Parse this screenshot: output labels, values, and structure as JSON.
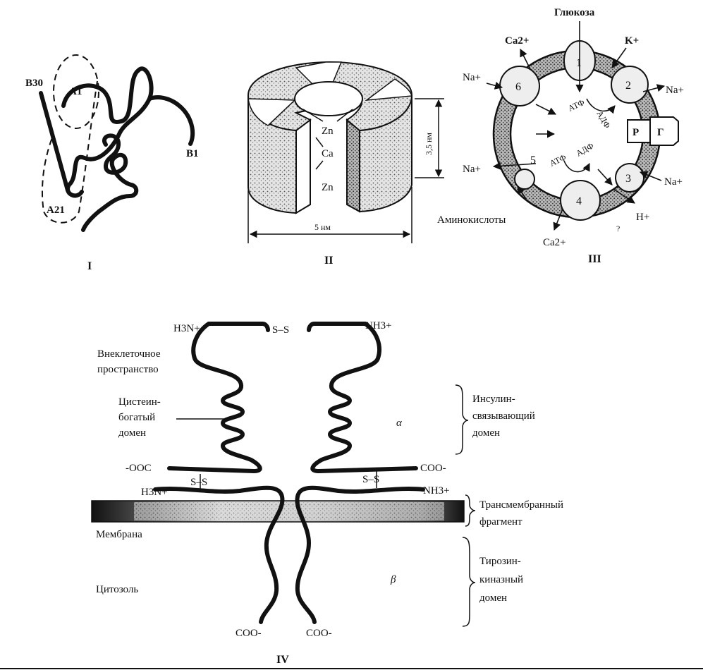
{
  "panel_I": {
    "label_b30": "B30",
    "label_a1": "A1",
    "label_b1": "B1",
    "label_a21": "A21",
    "roman": "I"
  },
  "panel_II": {
    "label_zn_top": "Zn",
    "label_ca": "Ca",
    "label_zn_bottom": "Zn",
    "label_height": "3,5 нм",
    "label_width": "5 нм",
    "roman": "II"
  },
  "panel_III": {
    "label_glucose": "Глюкоза",
    "label_ca_top": "Ca2+",
    "label_k": "K+",
    "label_na_left_top": "Na+",
    "label_na_right_top": "Na+",
    "label_na_left_bottom": "Na+",
    "label_na_right_bottom": "Na+",
    "label_h": "H+",
    "label_ca_bottom": "Ca2+",
    "label_question": "?",
    "label_amino": "Аминокислоты",
    "label_p": "Р",
    "label_g": "Г",
    "label_atf_1": "АТФ",
    "label_adf_1": "АДФ",
    "label_atf_2": "АТФ",
    "label_adf_2": "АДФ",
    "channels": [
      "1",
      "2",
      "3",
      "4",
      "5",
      "6"
    ],
    "roman": "III"
  },
  "panel_IV": {
    "label_h3n_top": "H3N+",
    "label_nh3_top": "NH3+",
    "label_ss_top": "S–S",
    "label_extracellular_1": "Внеклеточное",
    "label_extracellular_2": "пространство",
    "label_cys_1": "Цистеин-",
    "label_cys_2": "богатый",
    "label_cys_3": "домен",
    "label_alpha": "α",
    "label_insulin_1": "Инсулин-",
    "label_insulin_2": "связывающий",
    "label_insulin_3": "домен",
    "label_ooc_left": "-OOC",
    "label_coo_right": "COO-",
    "label_ss_left": "S–S",
    "label_ss_right": "S–S",
    "label_h3n_mid": "H3N+",
    "label_nh3_mid": "NH3+",
    "label_trans_1": "Трансмембранный",
    "label_trans_2": "фрагмент",
    "label_membrane": "Мембрана",
    "label_beta": "β",
    "label_tyrosine_1": "Тирозин-",
    "label_tyrosine_2": "киназный",
    "label_tyrosine_3": "домен",
    "label_cytosol": "Цитозоль",
    "label_coo_bottom_left": "COO-",
    "label_coo_bottom_right": "COO-",
    "roman": "IV"
  }
}
